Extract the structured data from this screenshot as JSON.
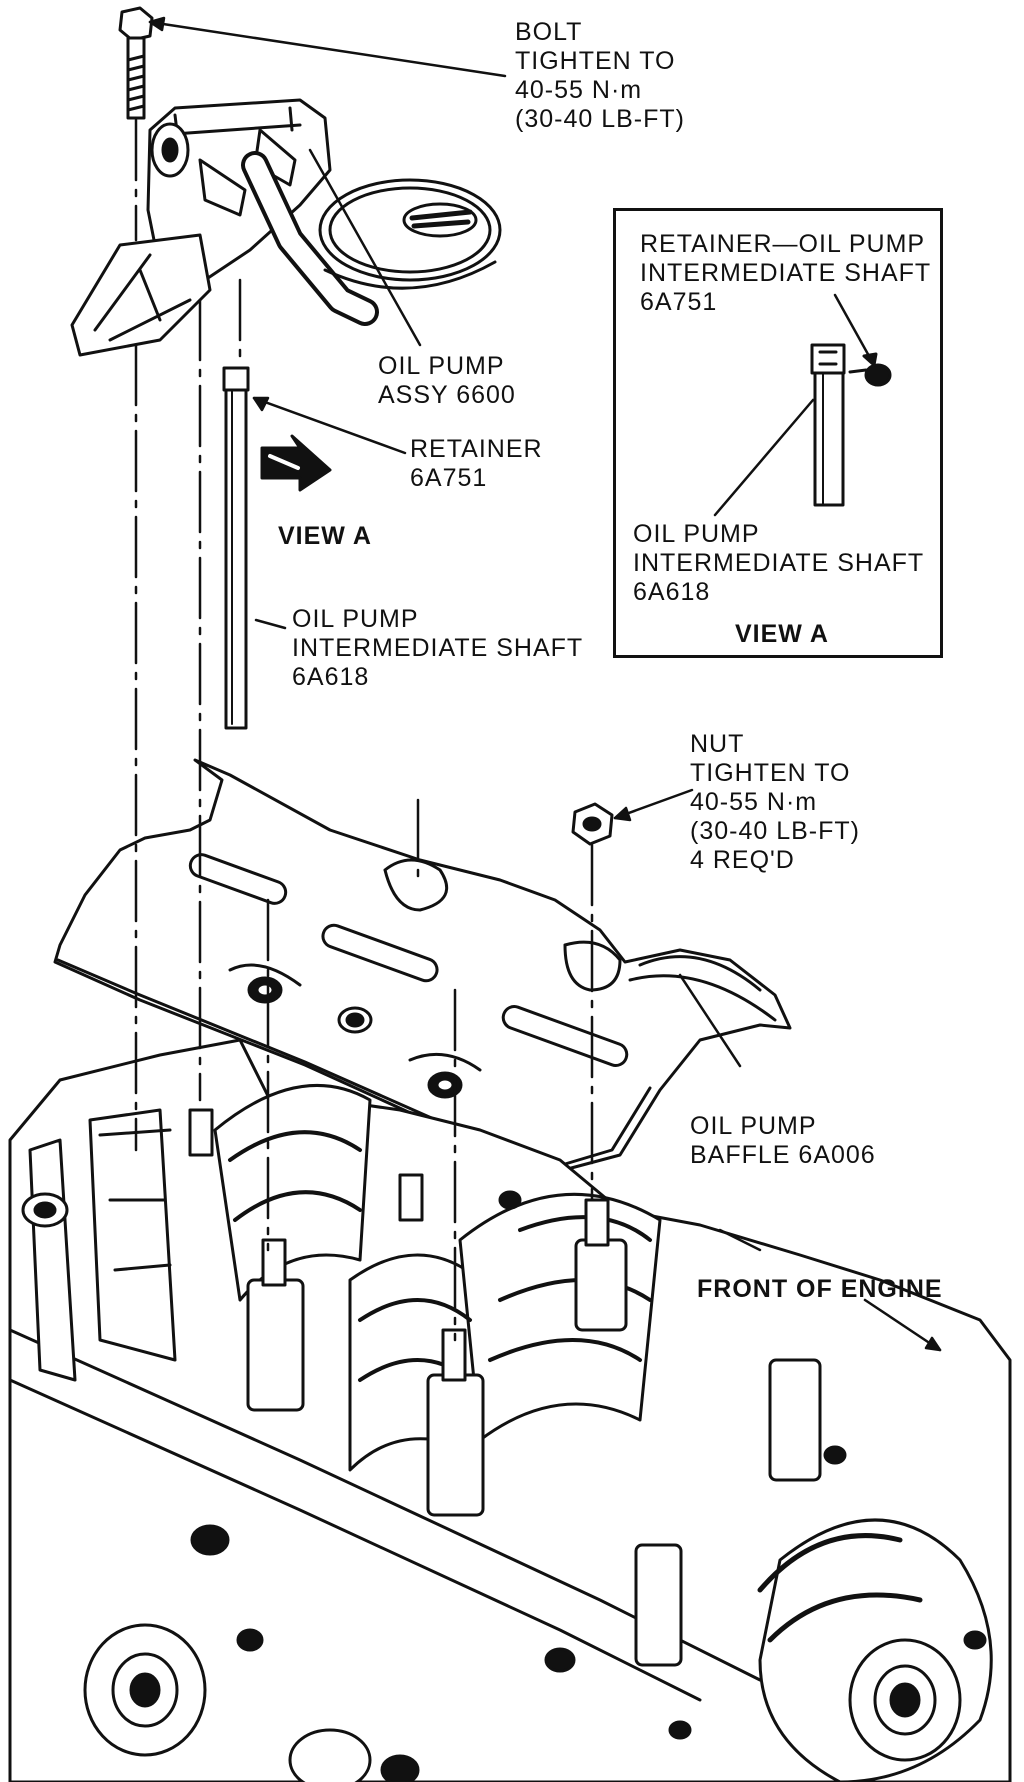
{
  "labels": {
    "bolt": [
      "BOLT",
      "TIGHTEN TO",
      "40-55 N·m",
      "(30-40 LB-FT)"
    ],
    "oil_pump_assy": [
      "OIL PUMP",
      "ASSY 6600"
    ],
    "retainer": [
      "RETAINER",
      "6A751"
    ],
    "view_a_arrow": "VIEW A",
    "intermediate_shaft": [
      "OIL PUMP",
      "INTERMEDIATE SHAFT",
      "6A618"
    ],
    "inset_retainer": [
      "RETAINER—OIL PUMP",
      "INTERMEDIATE SHAFT",
      "6A751"
    ],
    "inset_shaft": [
      "OIL PUMP",
      "INTERMEDIATE SHAFT",
      "6A618"
    ],
    "inset_title": "VIEW A",
    "nut": [
      "NUT",
      "TIGHTEN TO",
      "40-55 N·m",
      "(30-40 LB-FT)",
      "4 REQ'D"
    ],
    "baffle": [
      "OIL PUMP",
      "BAFFLE 6A006"
    ],
    "front_of_engine": "FRONT OF ENGINE"
  }
}
